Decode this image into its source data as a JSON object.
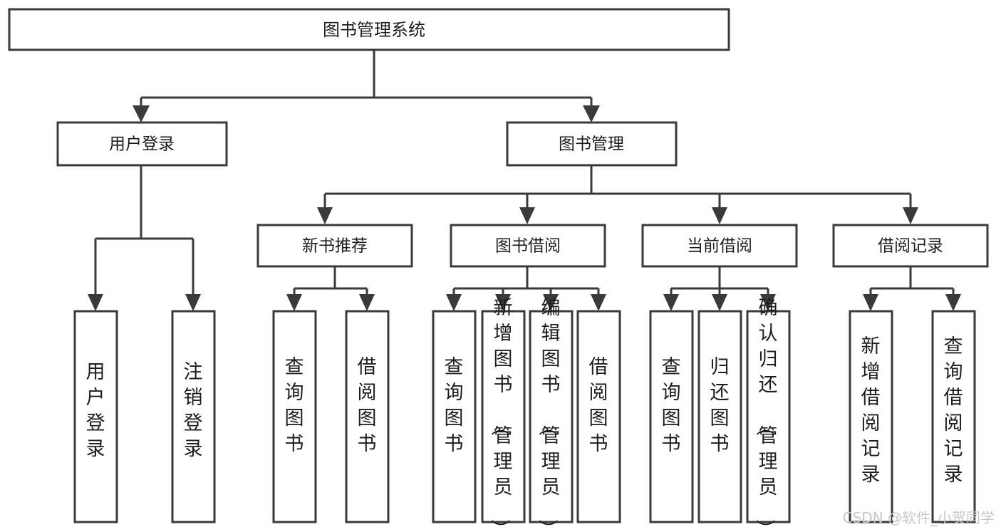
{
  "diagram": {
    "type": "tree-hierarchy",
    "title": "图书管理系统",
    "orientation": "top-down",
    "colors": {
      "box_stroke": "#3a3a3a",
      "box_fill": "#ffffff",
      "text": "#1d1d1d",
      "background": "#ffffff",
      "watermark": "#c8c8c8"
    },
    "root": {
      "label": "图书管理系统"
    },
    "level2": [
      {
        "label": "用户登录"
      },
      {
        "label": "图书管理"
      }
    ],
    "level3": [
      {
        "label": "新书推荐"
      },
      {
        "label": "图书借阅"
      },
      {
        "label": "当前借阅"
      },
      {
        "label": "借阅记录"
      }
    ],
    "leaves": {
      "user_login": [
        {
          "label": "用户登录"
        },
        {
          "label": "注销登录"
        }
      ],
      "new_book_recommend": [
        {
          "label": "查询图书"
        },
        {
          "label": "借阅图书"
        }
      ],
      "book_borrow": [
        {
          "label": "查询图书"
        },
        {
          "label": "新增图书（管理员）"
        },
        {
          "label": "编辑图书（管理员）"
        },
        {
          "label": "借阅图书"
        }
      ],
      "current_borrow": [
        {
          "label": "查询图书"
        },
        {
          "label": "归还图书"
        },
        {
          "label": "确认归还（管理员）"
        }
      ],
      "borrow_record": [
        {
          "label": "新增借阅记录"
        },
        {
          "label": "查询借阅记录"
        }
      ]
    }
  },
  "watermark": {
    "text": "CSDN @软件_小贺同学"
  }
}
